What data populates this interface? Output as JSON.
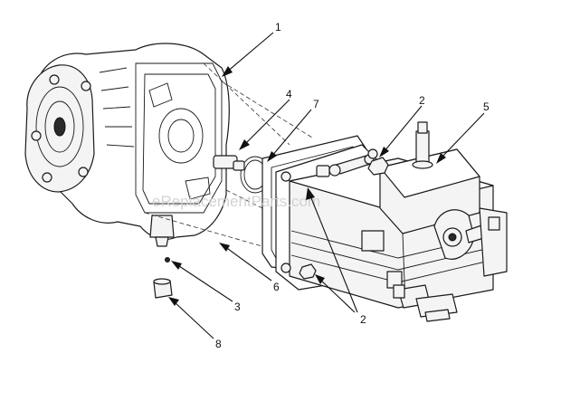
{
  "watermark": "eReplacementParts.com",
  "callouts": [
    {
      "id": "c1",
      "label": "1"
    },
    {
      "id": "c2a",
      "label": "2"
    },
    {
      "id": "c2b",
      "label": "2"
    },
    {
      "id": "c3",
      "label": "3"
    },
    {
      "id": "c4",
      "label": "4"
    },
    {
      "id": "c5",
      "label": "5"
    },
    {
      "id": "c6",
      "label": "6"
    },
    {
      "id": "c7",
      "label": "7"
    },
    {
      "id": "c8",
      "label": "8"
    }
  ]
}
